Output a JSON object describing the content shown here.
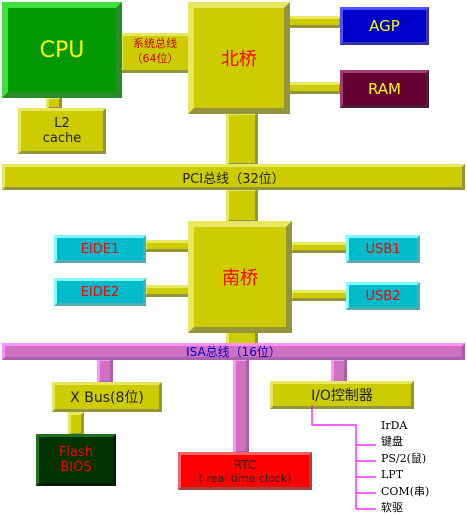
{
  "cpu": "CPU",
  "l2": {
    "line1": "L2",
    "line2": "cache"
  },
  "system_bus": {
    "line1": "系统总线",
    "line2": "（64位）"
  },
  "north_bridge": "北桥",
  "agp": "AGP",
  "ram": "RAM",
  "pci_bus": "PCI总线（32位）",
  "south_bridge": "南桥",
  "eide1": "EIDE1",
  "eide2": "EIDE2",
  "usb1": "USB1",
  "usb2": "USB2",
  "isa_bus": "ISA总线（16位）",
  "xbus": "X Bus(8位)",
  "flash": {
    "line1": "Flash",
    "line2": "BIOS"
  },
  "rtc": {
    "line1": "RTC",
    "line2": "( real time clock)"
  },
  "io_controller": "I/O控制器",
  "io_devices": [
    "IrDA",
    "键盘",
    "PS/2(鼠)",
    "LPT",
    "COM(串)",
    "软驱"
  ],
  "colors": {
    "yellow": "#cccc00",
    "green": "#009900",
    "cyan": "#00bbcc",
    "pink": "#d070c0",
    "blue": "#0000cc",
    "maroon": "#660033",
    "red": "#ff0000",
    "dark_green": "#003300"
  }
}
